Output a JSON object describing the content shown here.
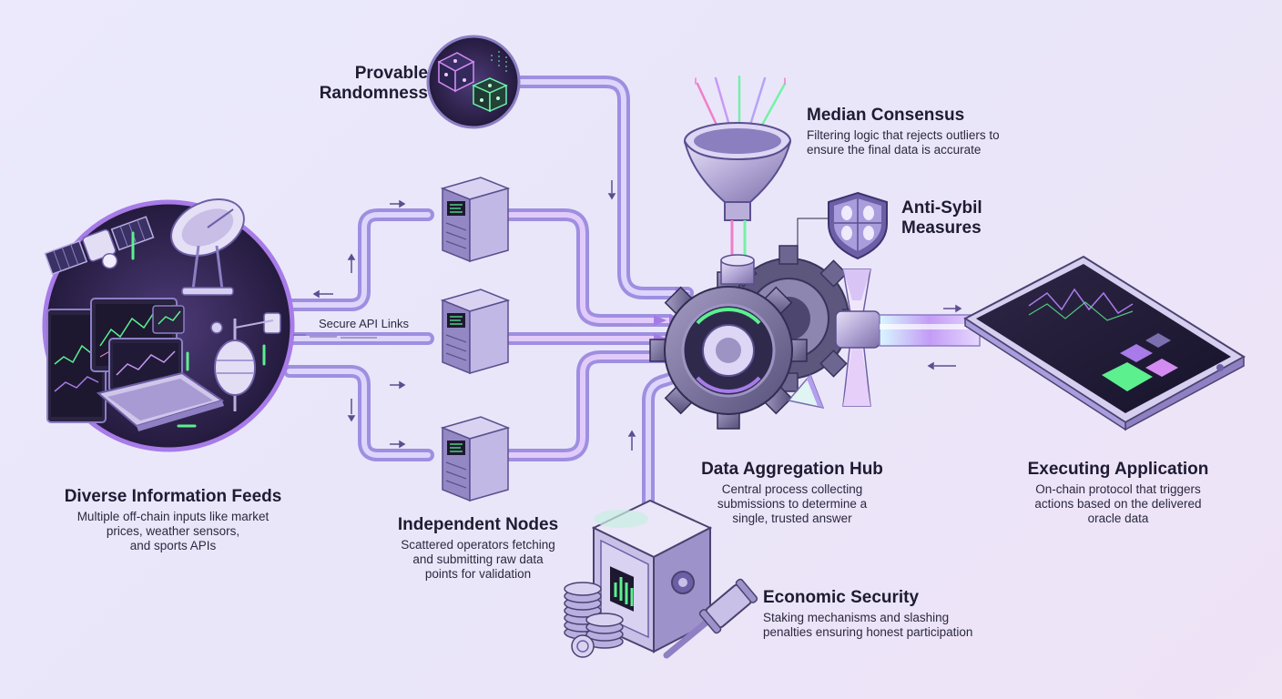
{
  "labels": {
    "randomness": {
      "title_line1": "Provable",
      "title_line2": "Randomness"
    },
    "median": {
      "title": "Median Consensus",
      "desc_line1": "Filtering logic that rejects outliers to",
      "desc_line2": "ensure the final data is accurate"
    },
    "sybil": {
      "title_line1": "Anti-Sybil",
      "title_line2": "Measures"
    },
    "api_links": "Secure API Links",
    "feeds": {
      "title": "Diverse Information Feeds",
      "desc_line1": "Multiple off-chain inputs like market",
      "desc_line2": "prices, weather sensors,",
      "desc_line3": "and sports APIs"
    },
    "nodes": {
      "title": "Independent Nodes",
      "desc_line1": "Scattered operators fetching",
      "desc_line2": "and submitting raw data",
      "desc_line3": "points for validation"
    },
    "hub": {
      "title": "Data Aggregation Hub",
      "desc_line1": "Central process collecting",
      "desc_line2": "submissions to determine a",
      "desc_line3": "single, trusted answer"
    },
    "app": {
      "title": "Executing Application",
      "desc_line1": "On-chain protocol that triggers",
      "desc_line2": "actions based on the delivered",
      "desc_line3": "oracle data"
    },
    "economic": {
      "title": "Economic Security",
      "desc_line1": "Staking mechanisms and slashing",
      "desc_line2": "penalties ensuring honest participation"
    }
  },
  "colors": {
    "accent_purple": "#a77be8",
    "accent_green": "#5cf08f",
    "pipe": "#b9a9ef",
    "dark": "#2b2545"
  }
}
